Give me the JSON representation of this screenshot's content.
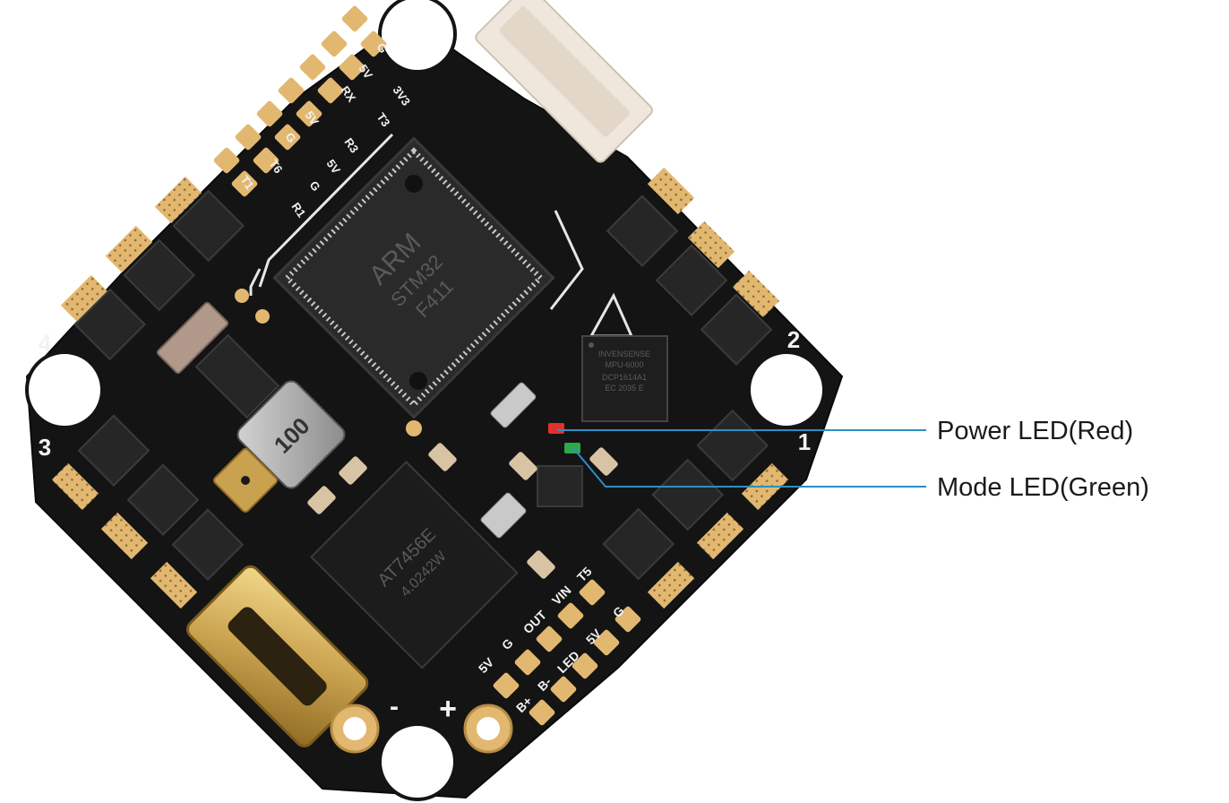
{
  "callouts": [
    {
      "id": "power",
      "label": "Power LED(Red)",
      "led_color": "#e0322b",
      "line_color": "#2b8fc4"
    },
    {
      "id": "mode",
      "label": "Mode LED(Green)",
      "led_color": "#2ea84a",
      "line_color": "#2b8fc4"
    }
  ],
  "board": {
    "pcb_color": "#141414",
    "pad_color": "#e2b870",
    "silkscreen_color": "#f2f2f2",
    "motor_numbers": [
      "1",
      "2",
      "3",
      "4"
    ],
    "pad_labels_top": [
      "G",
      "5V",
      "RX",
      "3V3",
      "T3",
      "5V",
      "G",
      "R3",
      "T6",
      "5V",
      "G",
      "R1",
      "T1"
    ],
    "pad_labels_bottom": [
      "5V",
      "G",
      "OUT",
      "VIN",
      "T5",
      "B+",
      "B-",
      "LED",
      "5V",
      "G"
    ],
    "power_labels": [
      "-",
      "+"
    ],
    "mcu_marking": [
      "ARM",
      "STM32",
      "F411"
    ],
    "imu_marking": [
      "INVENSENSE",
      "MPU-6000",
      "DCP1614A1",
      "EC 2035 E"
    ],
    "inductor_marking": "100",
    "esc_chip_marking": [
      "AT7456E",
      "4.0242W"
    ]
  }
}
